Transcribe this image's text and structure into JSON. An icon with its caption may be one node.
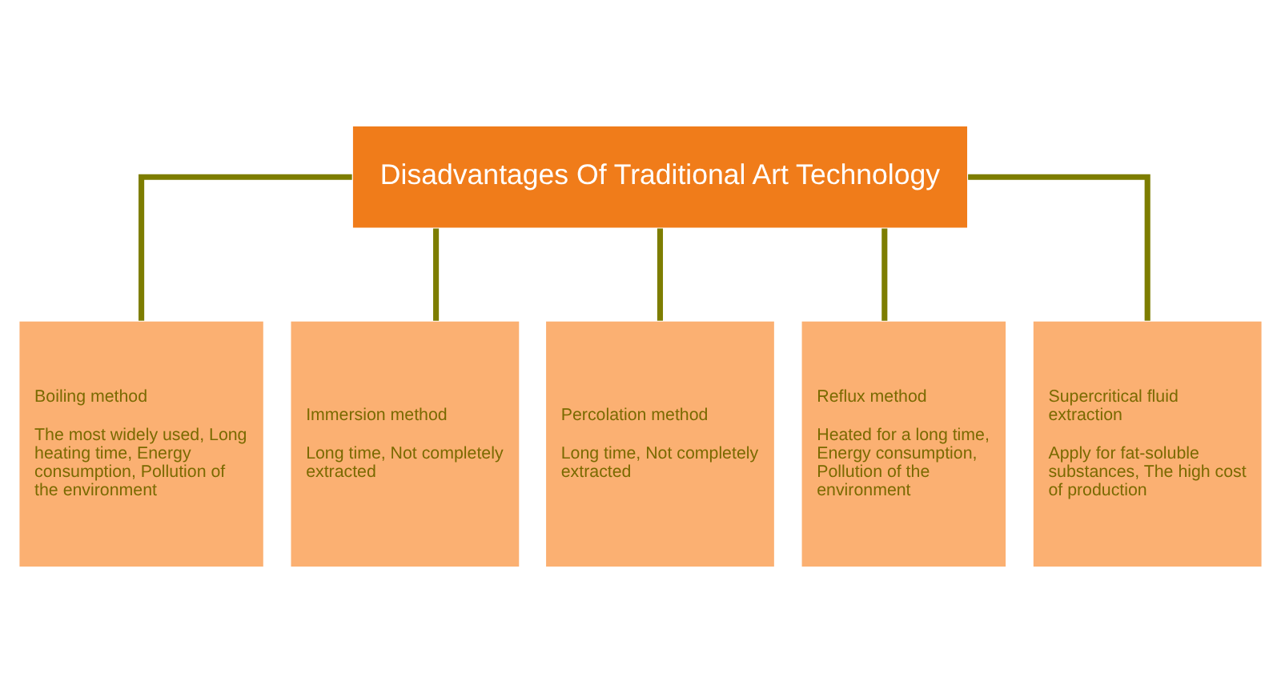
{
  "diagram": {
    "nodes": [
      {
        "text": [
          "Disadvantages Of Traditional Art Technology"
        ]
      },
      {
        "text": [
          "Boiling method",
          "The most widely used, Long heating time, Energy consumption, Pollution of the environment"
        ]
      },
      {
        "text": [
          "Immersion method",
          "Long time, Not completely extracted"
        ]
      },
      {
        "text": [
          "Percolation method",
          "Long time, Not completely extracted"
        ]
      },
      {
        "text": [
          "Reflux method",
          "Heated for a long time, Energy consumption, Pollution of the environment"
        ]
      },
      {
        "text": [
          "Supercritical fluid extraction",
          "Apply for fat-soluble substances, The high cost of production"
        ]
      }
    ],
    "edges": [
      {
        "from": 0,
        "to": 1,
        "arrow": "none"
      },
      {
        "from": 0,
        "to": 2,
        "arrow": "none"
      },
      {
        "from": 0,
        "to": 3,
        "arrow": "none"
      },
      {
        "from": 0,
        "to": 4,
        "arrow": "none"
      },
      {
        "from": 0,
        "to": 5,
        "arrow": "none"
      }
    ]
  }
}
